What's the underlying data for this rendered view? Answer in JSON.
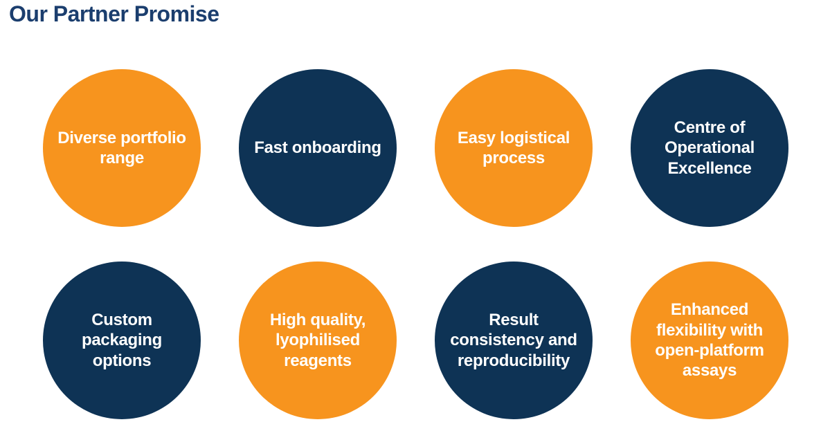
{
  "page": {
    "title": "Our Partner Promise",
    "colors": {
      "orange": "#F7941E",
      "navy": "#0E3355",
      "title_navy": "#1B3E6E",
      "circle_text": "#FFFFFF",
      "background": "#FFFFFF"
    }
  },
  "circles": [
    {
      "label": "Diverse portfolio\nrange",
      "color": "orange"
    },
    {
      "label": "Fast onboarding",
      "color": "navy"
    },
    {
      "label": "Easy logistical\nprocess",
      "color": "orange"
    },
    {
      "label": "Centre of\nOperational\nExcellence",
      "color": "navy"
    },
    {
      "label": "Custom\npackaging\noptions",
      "color": "navy"
    },
    {
      "label": "High quality,\nlyophilised\nreagents",
      "color": "orange"
    },
    {
      "label": "Result\nconsistency and\nreproducibility",
      "color": "navy"
    },
    {
      "label": "Enhanced\nflexibility with\nopen-platform\nassays",
      "color": "orange"
    }
  ]
}
